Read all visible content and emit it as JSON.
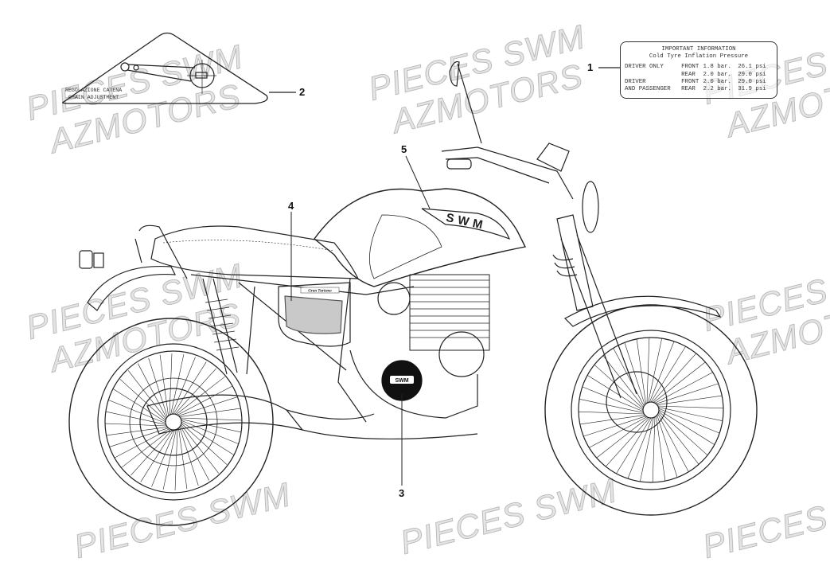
{
  "watermark": {
    "line1": "PIECES SWM",
    "line2": "AZMOTORS"
  },
  "callouts": [
    "1",
    "2",
    "3",
    "4",
    "5"
  ],
  "tyre_label": {
    "title": "IMPORTANT INFORMATION",
    "subtitle": "Cold Tyre Inflation Pressure",
    "rows": [
      {
        "rider": "DRIVER ONLY",
        "wheel": "FRONT",
        "bar": "1.8 bar.",
        "psi": "26.1 psi"
      },
      {
        "rider": "",
        "wheel": "REAR",
        "bar": "2.0 bar.",
        "psi": "29.0 psi"
      },
      {
        "rider": "DRIVER",
        "wheel": "FRONT",
        "bar": "2.0 bar.",
        "psi": "29.0 psi"
      },
      {
        "rider": "AND PASSENGER",
        "wheel": "REAR",
        "bar": "2.2 bar.",
        "psi": "31.9 psi"
      }
    ]
  },
  "chain_label": {
    "line1": "REGOLAZIONE CATENA",
    "line2": "CHAIN ADJUSTMENT"
  },
  "side_panel_text": "Gran Turismo",
  "tank_logo": "SWM",
  "engine_badge": "SWM"
}
